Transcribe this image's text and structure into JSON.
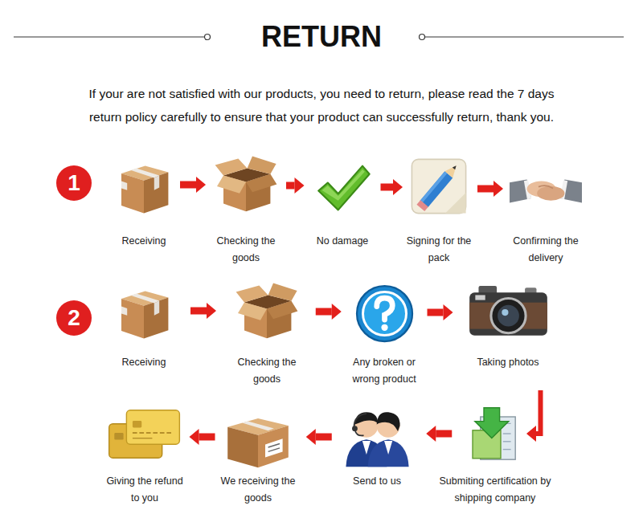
{
  "diagram": {
    "title": "RETURN",
    "nodes": [
      {
        "text": [
          "1"
        ]
      },
      {
        "text": [
          "Receiving"
        ]
      },
      {
        "text": [
          "Checking the goods"
        ]
      },
      {
        "text": [
          "No damage"
        ]
      },
      {
        "text": [
          "Signing for the pack"
        ]
      },
      {
        "text": [
          "Confirming the delivery"
        ]
      },
      {
        "text": [
          "2"
        ]
      },
      {
        "text": [
          "Receiving"
        ]
      },
      {
        "text": [
          "Checking the goods"
        ]
      },
      {
        "text": [
          "Any broken or wrong product"
        ]
      },
      {
        "text": [
          "Taking photos"
        ]
      },
      {
        "text": [
          "Submiting certification by shipping company"
        ]
      },
      {
        "text": [
          "Send to us"
        ]
      },
      {
        "text": [
          "We receiving the goods"
        ]
      },
      {
        "text": [
          "Giving the refund to you"
        ]
      }
    ],
    "edges": [
      {
        "from": 1,
        "to": 2,
        "arrow": "to"
      },
      {
        "from": 2,
        "to": 3,
        "arrow": "to"
      },
      {
        "from": 3,
        "to": 4,
        "arrow": "to"
      },
      {
        "from": 4,
        "to": 5,
        "arrow": "to"
      },
      {
        "from": 7,
        "to": 8,
        "arrow": "to"
      },
      {
        "from": 8,
        "to": 9,
        "arrow": "to"
      },
      {
        "from": 9,
        "to": 10,
        "arrow": "to"
      },
      {
        "from": 10,
        "to": 11,
        "arrow": "to"
      },
      {
        "from": 11,
        "to": 12,
        "arrow": "to"
      },
      {
        "from": 12,
        "to": 13,
        "arrow": "to"
      },
      {
        "from": 13,
        "to": 14,
        "arrow": "to"
      }
    ],
    "labels": [
      "If your are not satisfied with our products, you need to return, please read the 7 days return policy carefully to ensure that your product can successfully return, thank you."
    ]
  }
}
